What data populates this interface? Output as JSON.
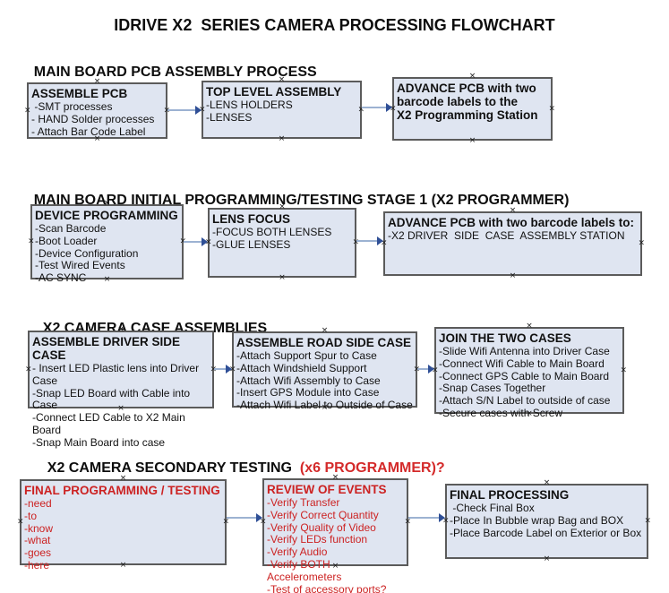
{
  "title": "IDRIVE X2  SERIES CAMERA PROCESSING FLOWCHART",
  "colors": {
    "box_fill": "#dfe5f1",
    "box_border": "#5b5b5b",
    "box_text_red": "#cc2222",
    "heading_red": "#d42a2a",
    "arrow_line": "#9cb2d2",
    "arrow_head": "#2f4f96"
  },
  "handle_glyph": "×",
  "sections": [
    {
      "heading": "MAIN BOARD PCB ASSEMBLY PROCESS",
      "heading_red": "",
      "boxes": [
        {
          "header": "ASSEMBLE PCB",
          "items": [
            " -SMT processes",
            "- HAND Solder processes",
            "- Attach Bar Code Label"
          ]
        },
        {
          "header": "TOP LEVEL ASSEMBLY",
          "items": [
            "-LENS HOLDERS",
            "-LENSES"
          ]
        },
        {
          "header": "ADVANCE PCB with two\nbarcode labels to the\n X2 Programming Station",
          "items": []
        }
      ]
    },
    {
      "heading": "MAIN BOARD INITIAL PROGRAMMING/TESTING STAGE 1 (X2 PROGRAMMER)",
      "heading_red": "",
      "boxes": [
        {
          "header": "DEVICE PROGRAMMING",
          "items": [
            "-Scan Barcode",
            "-Boot Loader",
            "-Device Configuration",
            "-Test Wired Events",
            "-AC SYNC"
          ]
        },
        {
          "header": "LENS FOCUS",
          "items": [
            "-FOCUS BOTH LENSES",
            "-GLUE LENSES"
          ]
        },
        {
          "header": "ADVANCE PCB with two barcode labels to:",
          "items": [
            "-X2 DRIVER  SIDE  CASE  ASSEMBLY STATION"
          ]
        }
      ]
    },
    {
      "heading": "X2 CAMERA CASE ASSEMBLIES",
      "heading_red": "",
      "boxes": [
        {
          "header": "ASSEMBLE DRIVER SIDE CASE",
          "items": [
            "- Insert LED Plastic lens into Driver Case",
            "-Snap LED Board with Cable into Case",
            "-Connect LED Cable to X2 Main Board",
            "-Snap Main Board into case"
          ]
        },
        {
          "header": "ASSEMBLE ROAD SIDE CASE",
          "items": [
            "-Attach Support Spur to Case",
            "-Attach Windshield Support",
            "-Attach Wifi Assembly to Case",
            "-Insert GPS Module into Case",
            "-Attach Wifi Label to Outside of Case"
          ]
        },
        {
          "header": "JOIN THE TWO CASES",
          "items": [
            "-Slide Wifi Antenna into Driver Case",
            "-Connect Wifi Cable to Main Board",
            "-Connect GPS Cable to Main Board",
            "-Snap Cases Together",
            "-Attach S/N Label to outside of case",
            "-Secure cases with Screw"
          ]
        }
      ]
    },
    {
      "heading": "X2 CAMERA SECONDARY TESTING  ",
      "heading_red": "(x6 PROGRAMMER)?",
      "boxes": [
        {
          "header": "FINAL PROGRAMMING / TESTING",
          "items": [
            "-need",
            "-to",
            "-know",
            "-what",
            "-goes",
            "-here"
          ]
        },
        {
          "header": "REVIEW OF EVENTS",
          "items": [
            "-Verify Transfer",
            "-Verify Correct Quantity",
            "-Verify Quality of Video",
            "-Verify LEDs function",
            "-Verify Audio",
            "-Verify BOTH Accelerometers",
            "-Test of accessory ports?"
          ]
        },
        {
          "header": "FINAL PROCESSING",
          "items": [
            " -Check Final Box",
            "-Place In Bubble wrap Bag and BOX",
            "-Place Barcode Label on Exterior or Box"
          ]
        }
      ]
    }
  ]
}
